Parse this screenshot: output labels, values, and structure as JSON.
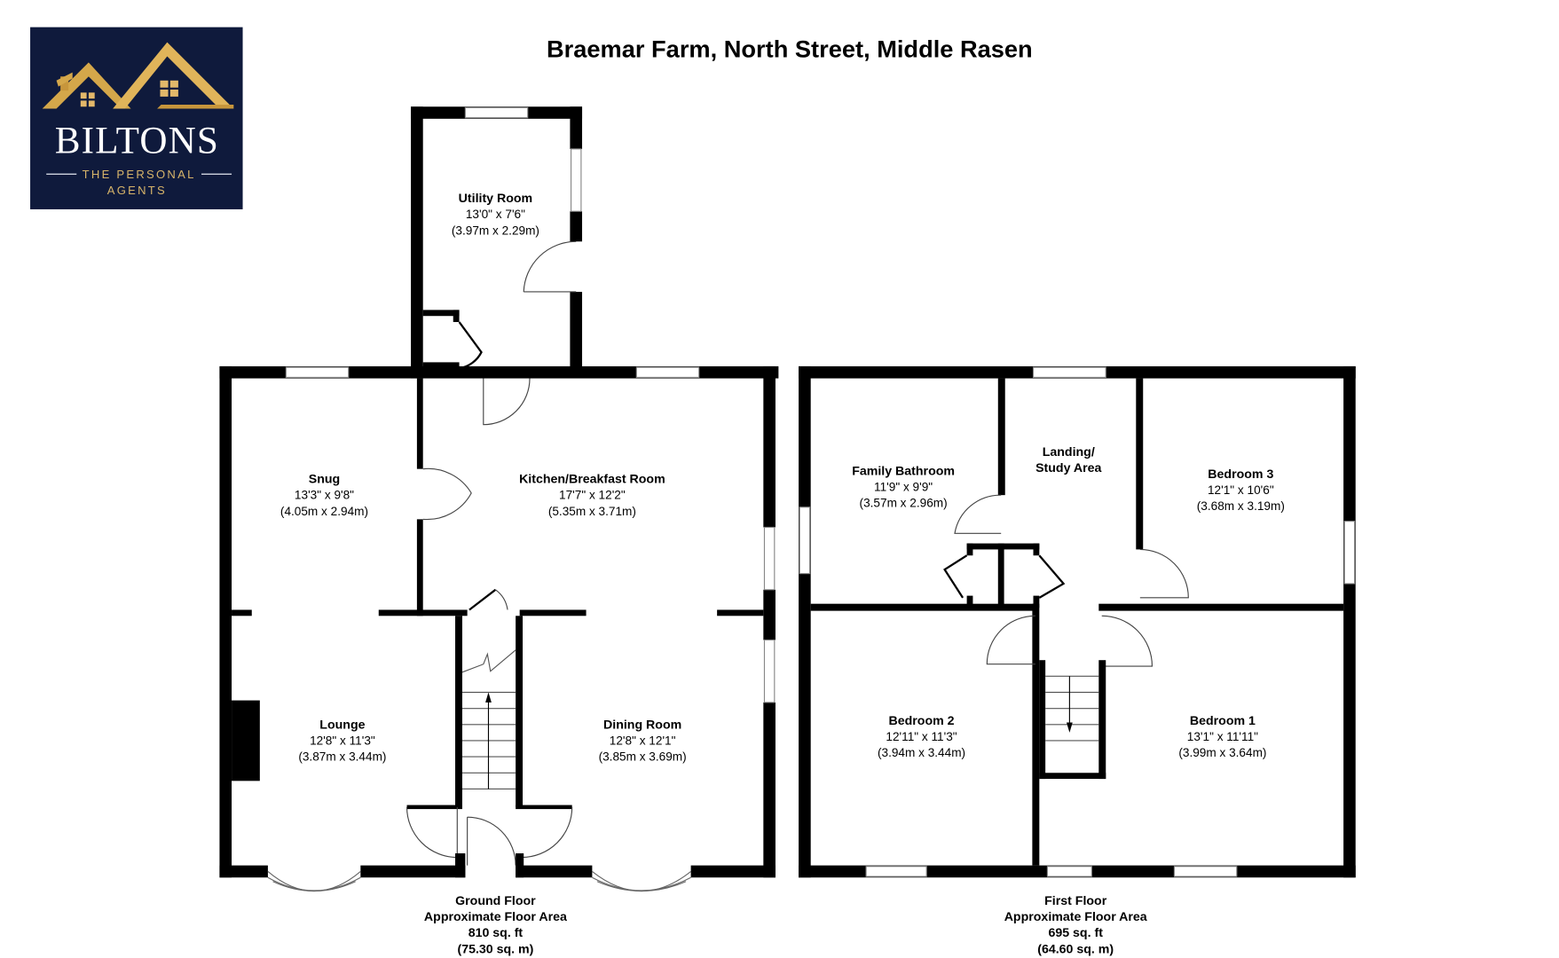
{
  "title": "Braemar Farm, North Street, Middle Rasen",
  "logo": {
    "brand": "BILTONS",
    "tagline_line1": "THE PERSONAL",
    "tagline_line2": "AGENTS",
    "bg_color": "#0f1a3c",
    "accent_color": "#d4a74a"
  },
  "ground_floor": {
    "label": "Ground Floor",
    "area_label": "Approximate Floor Area",
    "area_sqft": "810 sq. ft",
    "area_sqm": "(75.30 sq. m)",
    "rooms": [
      {
        "name": "Utility Room",
        "imperial": "13'0\" x 7'6\"",
        "metric": "(3.97m x 2.29m)"
      },
      {
        "name": "Snug",
        "imperial": "13'3\" x 9'8\"",
        "metric": "(4.05m x 2.94m)"
      },
      {
        "name": "Kitchen/Breakfast Room",
        "imperial": "17'7\" x 12'2\"",
        "metric": "(5.35m x 3.71m)"
      },
      {
        "name": "Lounge",
        "imperial": "12'8\" x 11'3\"",
        "metric": "(3.87m x 3.44m)"
      },
      {
        "name": "Dining Room",
        "imperial": "12'8\" x 12'1\"",
        "metric": "(3.85m x 3.69m)"
      }
    ]
  },
  "first_floor": {
    "label": "First Floor",
    "area_label": "Approximate Floor Area",
    "area_sqft": "695 sq. ft",
    "area_sqm": "(64.60 sq. m)",
    "rooms": [
      {
        "name": "Family Bathroom",
        "imperial": "11'9\" x 9'9\"",
        "metric": "(3.57m x 2.96m)"
      },
      {
        "name_line1": "Landing/",
        "name_line2": "Study Area"
      },
      {
        "name": "Bedroom 3",
        "imperial": "12'1\" x 10'6\"",
        "metric": "(3.68m x 3.19m)"
      },
      {
        "name": "Bedroom 2",
        "imperial": "12'11\" x 11'3\"",
        "metric": "(3.94m x 3.44m)"
      },
      {
        "name": "Bedroom 1",
        "imperial": "13'1\" x 11'11\"",
        "metric": "(3.99m x 3.64m)"
      }
    ]
  }
}
